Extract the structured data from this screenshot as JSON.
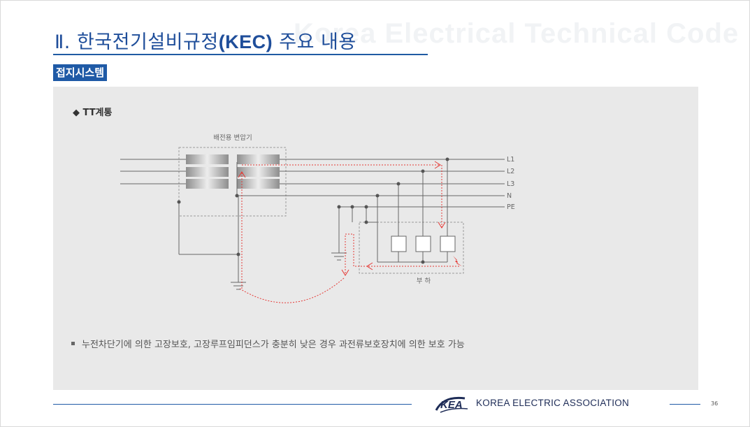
{
  "watermark": "Korea Electrical Technical Code",
  "title": {
    "prefix": "Ⅱ. 한국전기설비규정",
    "code": "(KEC)",
    "suffix": " 주요 내용"
  },
  "section_tag": "접지시스템",
  "heading": "◆ TT계통",
  "diagram": {
    "transformer_label": "배전용 변압기",
    "line_labels": [
      "L1",
      "L2",
      "L3",
      "N",
      "PE"
    ],
    "load_label": "부 하",
    "fault_color": "#e53935",
    "wire_color": "#666666"
  },
  "bullet": "누전차단기에 의한 고장보호, 고장루프임피던스가 충분히 낮은 경우 과전류보호장치에 의한 보호 가능",
  "footer": {
    "logo_text": "KEA",
    "organization": "KOREA ELECTRIC ASSOCIATION",
    "page_number": "36"
  }
}
